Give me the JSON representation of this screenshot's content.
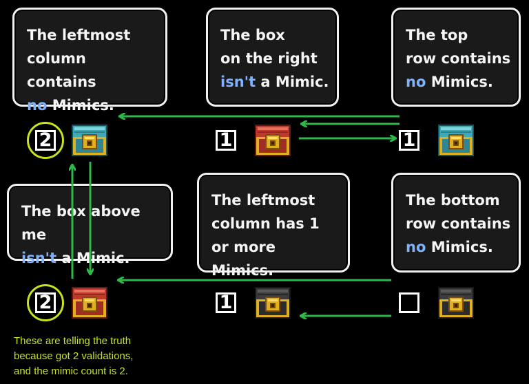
{
  "hints": [
    {
      "id": "hint-top-left",
      "lines": [
        [
          {
            "t": "The leftmost"
          }
        ],
        [
          {
            "t": "column contains"
          }
        ],
        [
          {
            "t": "no",
            "k": true
          },
          {
            "t": " Mimics."
          }
        ]
      ]
    },
    {
      "id": "hint-top-middle",
      "lines": [
        [
          {
            "t": "The box"
          }
        ],
        [
          {
            "t": "on the right"
          }
        ],
        [
          {
            "t": "isn't",
            "k": true
          },
          {
            "t": " a Mimic."
          }
        ]
      ]
    },
    {
      "id": "hint-top-right",
      "lines": [
        [
          {
            "t": "The top"
          }
        ],
        [
          {
            "t": "row contains"
          }
        ],
        [
          {
            "t": "no",
            "k": true
          },
          {
            "t": " Mimics."
          }
        ]
      ]
    },
    {
      "id": "hint-bottom-left",
      "lines": [
        [
          {
            "t": "The box above me"
          }
        ],
        [
          {
            "t": "isn't",
            "k": true
          },
          {
            "t": " a Mimic."
          }
        ]
      ]
    },
    {
      "id": "hint-bottom-middle",
      "lines": [
        [
          {
            "t": "The leftmost"
          }
        ],
        [
          {
            "t": "column has 1"
          }
        ],
        [
          {
            "t": "or more Mimics."
          }
        ]
      ]
    },
    {
      "id": "hint-bottom-right",
      "lines": [
        [
          {
            "t": "The bottom"
          }
        ],
        [
          {
            "t": "row contains"
          }
        ],
        [
          {
            "t": "no",
            "k": true
          },
          {
            "t": " Mimics."
          }
        ]
      ]
    }
  ],
  "counters": {
    "top_left": "2",
    "top_middle": "1",
    "top_right": "1",
    "bottom_left": "2",
    "bottom_middle": "1",
    "bottom_right": ""
  },
  "chests": {
    "top_left": "teal",
    "top_middle": "red",
    "top_right": "teal",
    "bottom_left": "red",
    "bottom_middle": "dark",
    "bottom_right": "dark"
  },
  "annotation": {
    "lines": [
      "These are telling the truth",
      "because got 2 validations,",
      "and the mimic count is 2."
    ]
  },
  "colors": {
    "highlight_word": "#7fb3ff",
    "arrow": "#2fb84a",
    "annotation": "#c9e21d",
    "chest_teal": "#3fa9b8",
    "chest_red": "#c0392b",
    "chest_dark": "#3b3b3b",
    "chest_gold": "#e0b020"
  }
}
